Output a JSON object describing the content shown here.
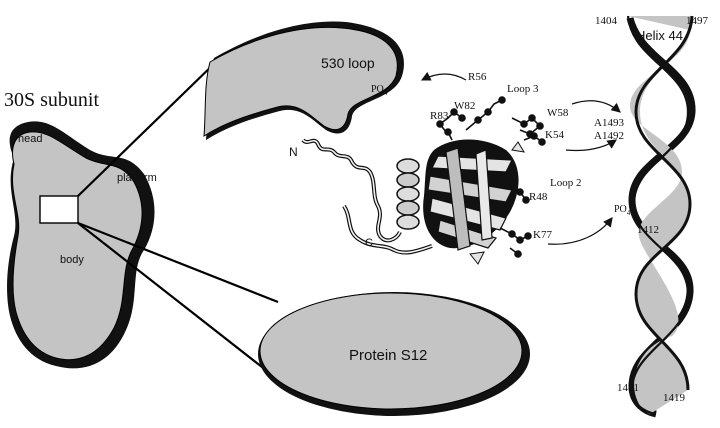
{
  "subunit": {
    "title": "30S subunit",
    "head": "head",
    "platform": "platform",
    "body": "body"
  },
  "loop530": {
    "label": "530 loop",
    "phosphate": "PO",
    "phosphate_sub": "4"
  },
  "protein": {
    "n_term": "N",
    "c_term": "C",
    "residues": [
      "R56",
      "W82",
      "R83",
      "W58",
      "K54",
      "R48",
      "K77"
    ],
    "loops": [
      "Loop 3",
      "Loop 2"
    ]
  },
  "s12": {
    "label": "Protein S12"
  },
  "helix": {
    "label": "Helix 44",
    "numbers": [
      "1404",
      "1497",
      "1412",
      "1481",
      "1419"
    ],
    "nucleotides": [
      "A1493",
      "A1492"
    ],
    "phosphate": "PO",
    "phosphate_sub": "4"
  },
  "colors": {
    "fill": "#c4c4c4",
    "outline": "#000000",
    "shadow": "#111111",
    "sheet": "#e4e4e4"
  }
}
